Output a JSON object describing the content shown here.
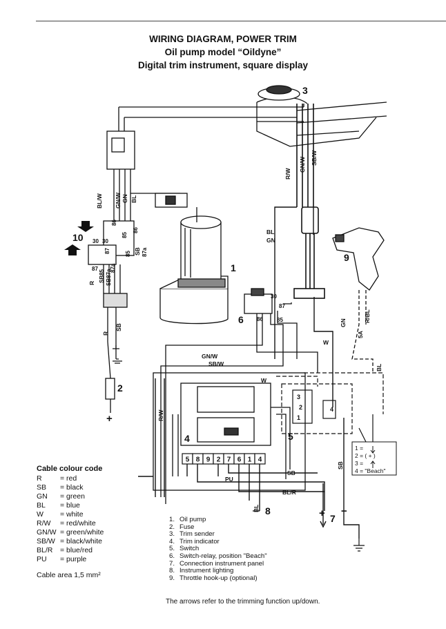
{
  "title": {
    "line1": "WIRING DIAGRAM, POWER TRIM",
    "line2": "Oil pump model “Oildyne”",
    "line3": "Digital trim instrument, square display"
  },
  "callouts": {
    "c1": "1",
    "c2": "2",
    "c3": "3",
    "c4": "4",
    "c5": "5",
    "c6": "6",
    "c7": "7",
    "c8": "8",
    "c9": "9",
    "c10": "10"
  },
  "wire_labels": {
    "bl_w": "BL/W",
    "gn_w_top": "GN/W",
    "gn_top": "GN",
    "bl_top": "BL",
    "r_w": "R/W",
    "gn_w_pump": "GN/W",
    "sb_w_pump": "SB/W",
    "bl_mid": "BL",
    "gn_mid": "GN",
    "sb_left": "SB",
    "r_left": "R",
    "r_low": "R",
    "sb_low": "SB",
    "gn_w_box": "GN/W",
    "sb_w_box": "SB/W",
    "w_box": "W",
    "r_w_box": "R/W",
    "w_right": "W",
    "gn_5a": "GN",
    "five_a": "5A",
    "r_bl": "R/BL",
    "bl_right": "BL",
    "sb_bottom": "SB",
    "pu": "PU",
    "bl_r": "BL/R",
    "bl_8": "BL",
    "sb_7": "SB"
  },
  "terminals": {
    "t30a": "30",
    "t86a": "86",
    "t85a": "85",
    "t87a": "87",
    "t87aa": "87a",
    "t30b": "30",
    "t86b": "86",
    "t87b": "87",
    "t85b": "85",
    "t87ab": "87a",
    "sb85": "SB85",
    "sb87a": "SB87a",
    "r6_30": "30",
    "r6_87": "87",
    "r6_86": "86",
    "r6_85": "85"
  },
  "connector_pins": [
    "5",
    "8",
    "9",
    "2",
    "7",
    "6",
    "1",
    "4"
  ],
  "switch_pins": [
    "3",
    "2",
    "1",
    "4"
  ],
  "switch_legend": {
    "r1": "1 =",
    "r2": "2 = ( + )",
    "r3": "3 =",
    "r4": "4 = \"Beach\""
  },
  "terminals_power": {
    "plus": "+",
    "minus": "−",
    "fuse_plus": "+"
  },
  "legend": {
    "heading": "Cable colour code",
    "rows": [
      {
        "code": "R",
        "desc": "= red"
      },
      {
        "code": "SB",
        "desc": "= black"
      },
      {
        "code": "GN",
        "desc": "= green"
      },
      {
        "code": "BL",
        "desc": "= blue"
      },
      {
        "code": "W",
        "desc": "= white"
      },
      {
        "code": "R/W",
        "desc": "= red/white"
      },
      {
        "code": "GN/W",
        "desc": "= green/white"
      },
      {
        "code": "SB/W",
        "desc": "= black/white"
      },
      {
        "code": "BL/R",
        "desc": "= blue/red"
      },
      {
        "code": "PU",
        "desc": "= purple"
      }
    ],
    "area": "Cable area 1,5 mm²"
  },
  "parts": [
    {
      "n": "1.",
      "label": "Oil pump"
    },
    {
      "n": "2.",
      "label": "Fuse"
    },
    {
      "n": "3.",
      "label": "Trim sender"
    },
    {
      "n": "4.",
      "label": "Trim indicator"
    },
    {
      "n": "5.",
      "label": "Switch"
    },
    {
      "n": "6.",
      "label": "Switch-relay, position \"Beach\""
    },
    {
      "n": "7.",
      "label": "Connection instrument panel"
    },
    {
      "n": "8.",
      "label": "Instrument lighting"
    },
    {
      "n": "9.",
      "label": "Throttle hook-up (optional)"
    }
  ],
  "footnote": "The arrows refer to the trimming function up/down."
}
